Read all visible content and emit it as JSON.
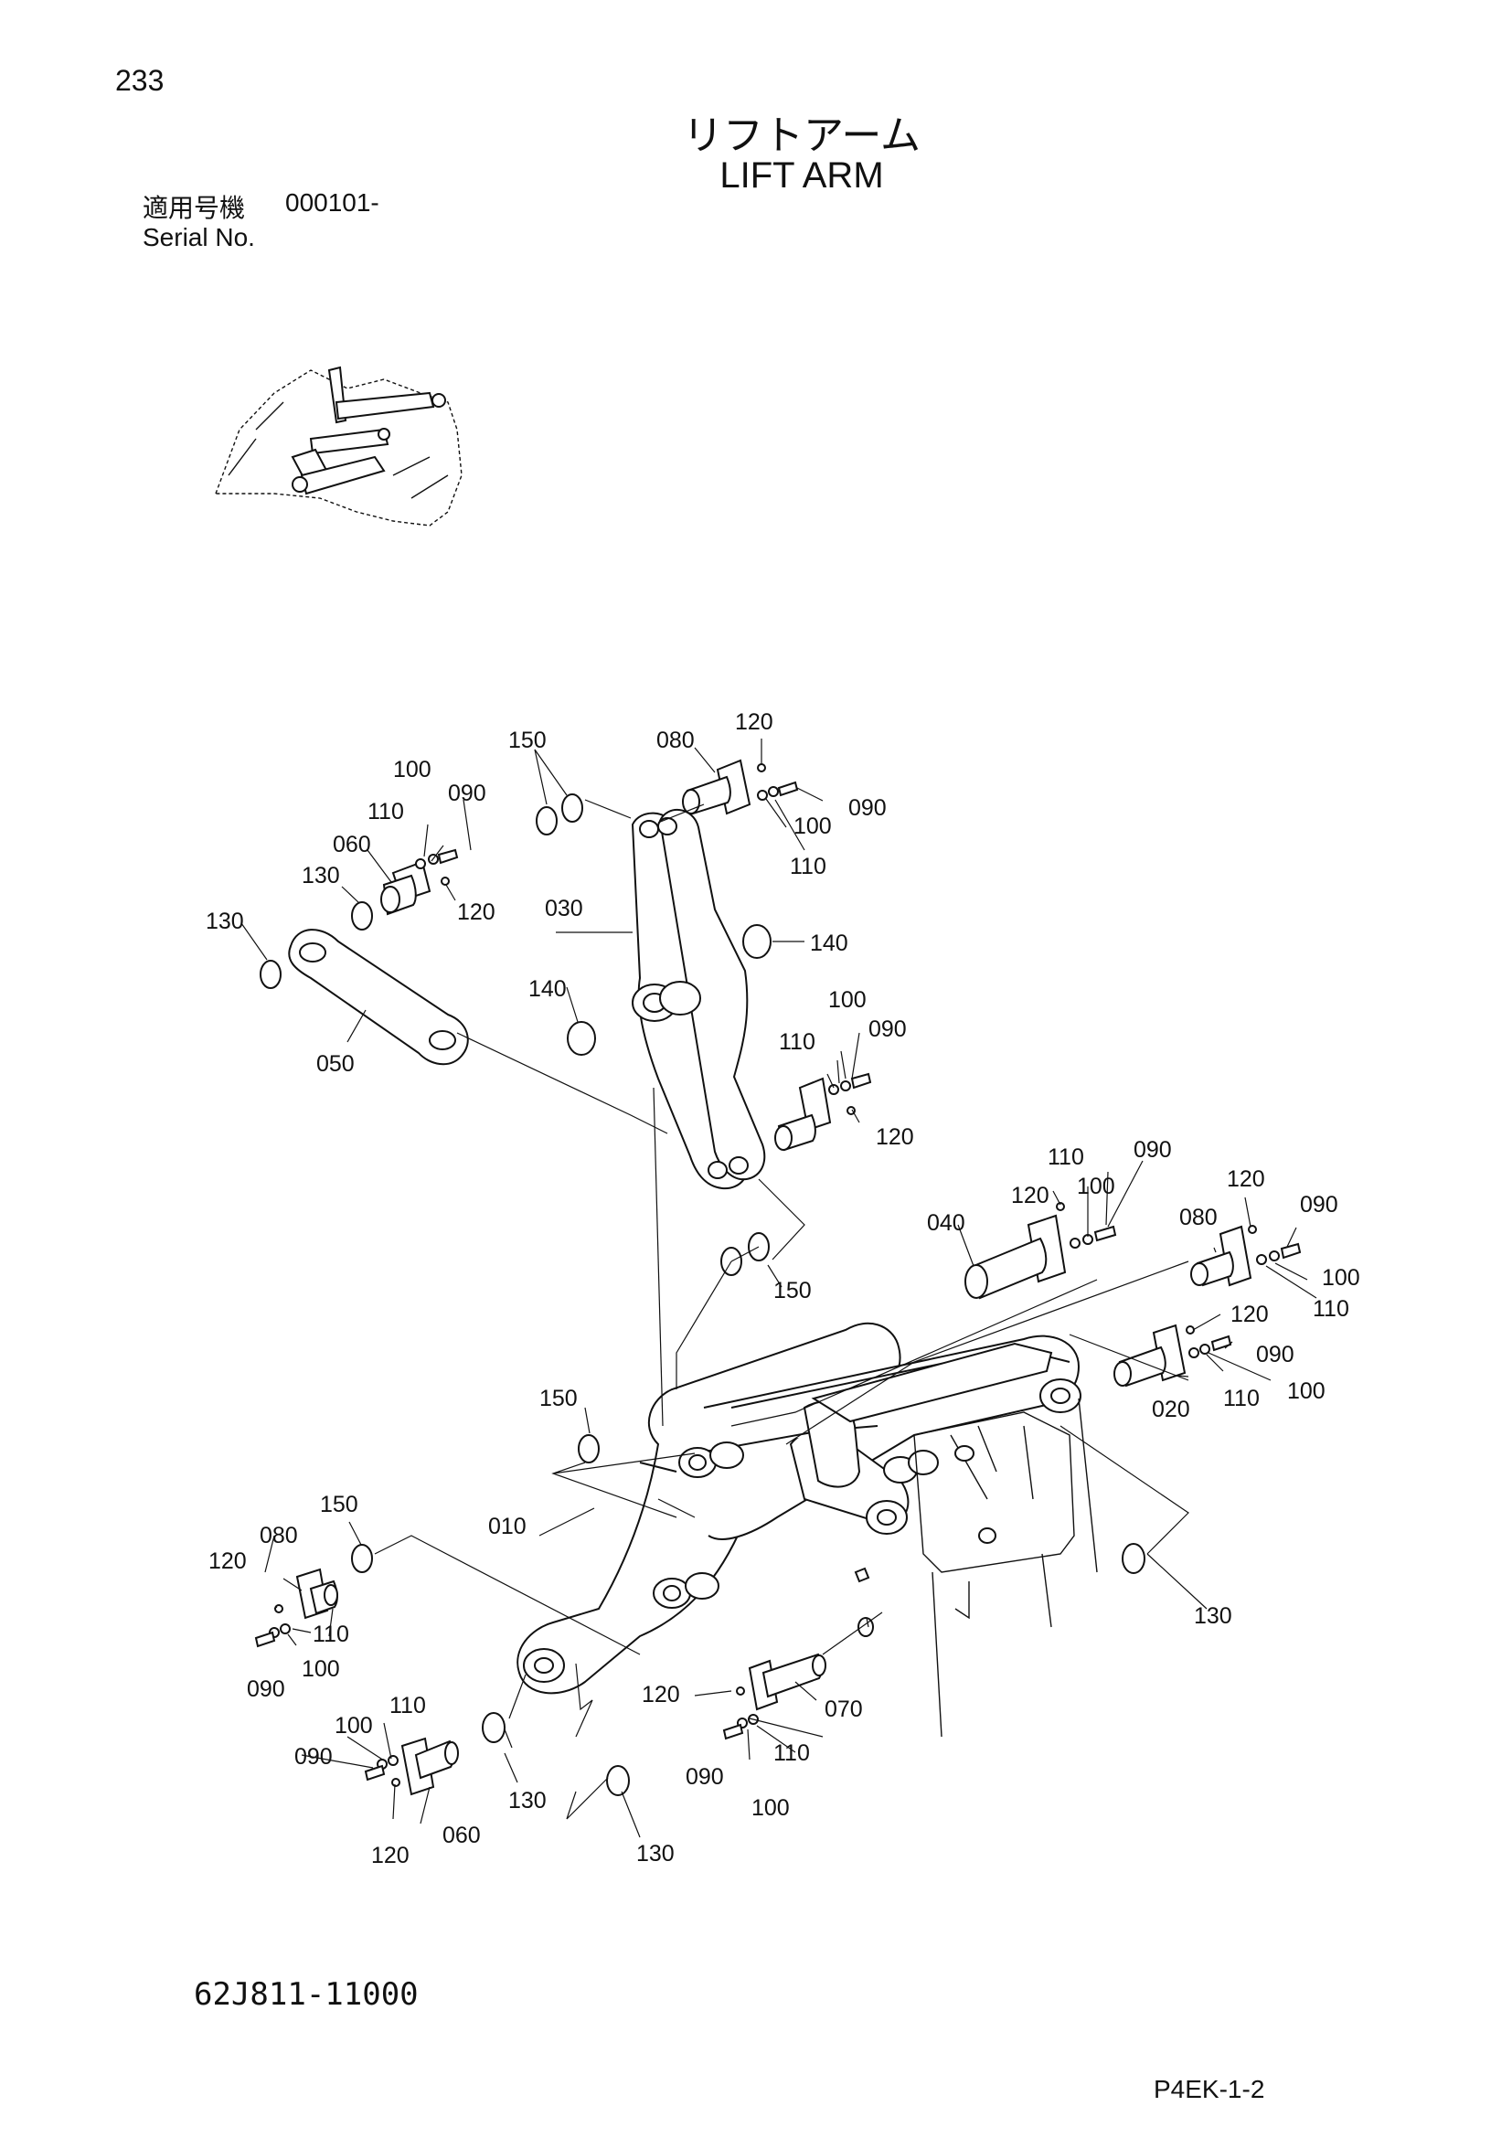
{
  "page_number": "233",
  "title_jp": "リフトアーム",
  "title_en": "LIFT ARM",
  "serial": {
    "label_jp": "適用号機",
    "value": "000101-",
    "label_en": "Serial No."
  },
  "callouts": {
    "c150a": "150",
    "c080a": "080",
    "c120a": "120",
    "c100a": "100",
    "c090a": "090",
    "c110a": "110",
    "c060a": "060",
    "c130a": "130",
    "c120b": "120",
    "c130b": "130",
    "c090b": "090",
    "c100b": "100",
    "c110b": "110",
    "c030": "030",
    "c140a": "140",
    "c140b": "140",
    "c050": "050",
    "c100c": "100",
    "c090c": "090",
    "c110c": "110",
    "c120c": "120",
    "c150b": "150",
    "c040": "040",
    "c110d": "110",
    "c090d": "090",
    "c120d": "120",
    "c100d": "100",
    "c120e": "120",
    "c090e": "090",
    "c080b": "080",
    "c100e": "100",
    "c110e": "110",
    "c120f": "120",
    "c090f": "090",
    "c020": "020",
    "c110f": "110",
    "c100f": "100",
    "c150c": "150",
    "c010": "010",
    "c150d": "150",
    "c080c": "080",
    "c120g": "120",
    "c110g": "110",
    "c090g": "090",
    "c100g": "100",
    "c130c": "130",
    "c120h": "120",
    "c070": "070",
    "c110h": "110",
    "c090h": "090",
    "c100h": "100",
    "c100i": "100",
    "c110i": "110",
    "c090i": "090",
    "c130d": "130",
    "c060b": "060",
    "c120i": "120",
    "c130e": "130"
  },
  "drawing_number": "62J811-11000",
  "sheet_code": "P4EK-1-2"
}
